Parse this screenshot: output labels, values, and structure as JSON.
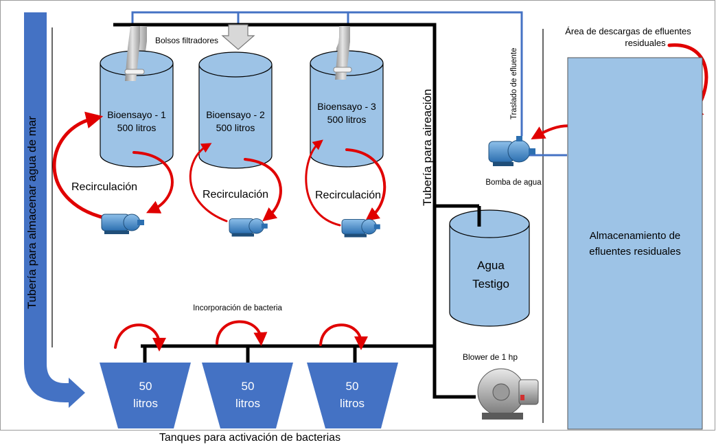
{
  "labels": {
    "bolsos": "Bolsos filtradores",
    "traslado": "Traslado de efluente",
    "area_descargas_1": "Área de descargas de efluentes",
    "area_descargas_2": "residuales",
    "tuberia_mar": "Tubería para almacenar agua de mar",
    "tuberia_aireacion": "Tubería para aireación",
    "bomba": "Bomba de agua",
    "almacenamiento_1": "Almacenamiento de",
    "almacenamiento_2": "efluentes residuales",
    "agua": "Agua",
    "testigo": "Testigo",
    "incorporacion": "Incorporación de bacteria",
    "blower": "Blower de 1 hp",
    "tanques_titulo": "Tanques para activación de bacterias"
  },
  "bioensayos": [
    {
      "name": "Bioensayo - 1",
      "volume": "500 litros",
      "recirc": "Recirculación"
    },
    {
      "name": "Bioensayo - 2",
      "volume": "500 litros",
      "recirc": "Recirculación"
    },
    {
      "name": "Bioensayo - 3",
      "volume": "500 litros",
      "recirc": "Recirculación"
    }
  ],
  "activation_tanks": [
    {
      "l1": "50",
      "l2": "litros"
    },
    {
      "l1": "50",
      "l2": "litros"
    },
    {
      "l1": "50",
      "l2": "litros"
    }
  ],
  "colors": {
    "cylinder": "#9dc3e6",
    "cylinder_stroke": "#000000",
    "tank_blue": "#4472c4",
    "pipe_blue": "#4472c4",
    "storage": "#9dc3e6",
    "arrow_red": "#e00000"
  }
}
